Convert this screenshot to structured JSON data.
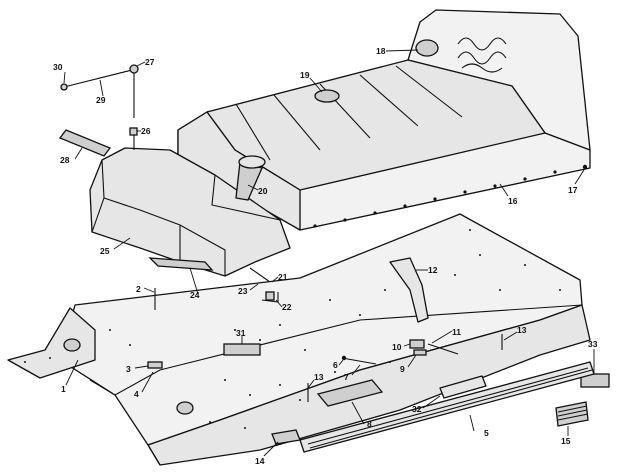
{
  "callouts": [
    {
      "id": "c1",
      "text": "1"
    },
    {
      "id": "c2",
      "text": "2"
    },
    {
      "id": "c3",
      "text": "3"
    },
    {
      "id": "c4",
      "text": "4"
    },
    {
      "id": "c5",
      "text": "5"
    },
    {
      "id": "c6",
      "text": "6"
    },
    {
      "id": "c7",
      "text": "7"
    },
    {
      "id": "c8",
      "text": "8"
    },
    {
      "id": "c9",
      "text": "9"
    },
    {
      "id": "c10",
      "text": "10"
    },
    {
      "id": "c11",
      "text": "11"
    },
    {
      "id": "c12",
      "text": "12"
    },
    {
      "id": "c13a",
      "text": "13"
    },
    {
      "id": "c13b",
      "text": "13"
    },
    {
      "id": "c14",
      "text": "14"
    },
    {
      "id": "c15",
      "text": "15"
    },
    {
      "id": "c16",
      "text": "16"
    },
    {
      "id": "c17",
      "text": "17"
    },
    {
      "id": "c18",
      "text": "18"
    },
    {
      "id": "c19",
      "text": "19"
    },
    {
      "id": "c20",
      "text": "20"
    },
    {
      "id": "c21",
      "text": "21"
    },
    {
      "id": "c22",
      "text": "22"
    },
    {
      "id": "c23",
      "text": "23"
    },
    {
      "id": "c24",
      "text": "24"
    },
    {
      "id": "c25",
      "text": "25"
    },
    {
      "id": "c26",
      "text": "26"
    },
    {
      "id": "c27",
      "text": "27"
    },
    {
      "id": "c28",
      "text": "28"
    },
    {
      "id": "c29",
      "text": "29"
    },
    {
      "id": "c30",
      "text": "30"
    },
    {
      "id": "c31",
      "text": "31"
    },
    {
      "id": "c32",
      "text": "32"
    },
    {
      "id": "c33",
      "text": "33"
    }
  ]
}
